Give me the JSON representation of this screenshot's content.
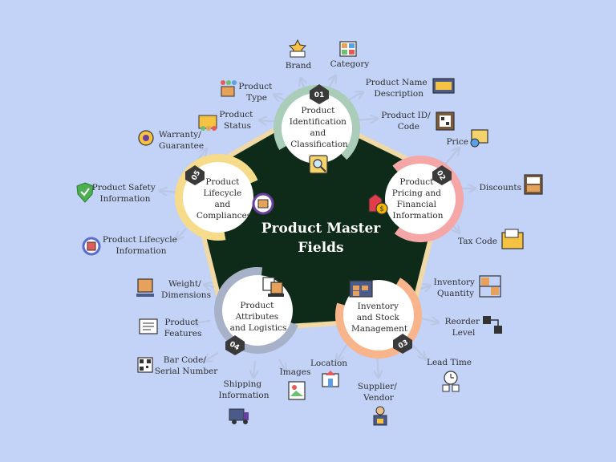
{
  "title": [
    "Product Master",
    "Fields"
  ],
  "colors": {
    "background": "#c3d2f7",
    "center": "#0e2a18",
    "section1": "#a9cdb8",
    "section2": "#f5a6a6",
    "section3": "#f8b48a",
    "section4": "#a7b2c9",
    "section5": "#f6dc8a",
    "arrow": "#b9c6e4"
  },
  "sections": [
    {
      "number": "01",
      "lines": [
        "Product",
        "Identification",
        "and",
        "Classification"
      ],
      "color": "#a9cdb8",
      "fields": [
        {
          "lines": [
            "Brand"
          ],
          "icon": "brand-icon"
        },
        {
          "lines": [
            "Category"
          ],
          "icon": "category-icon"
        },
        {
          "lines": [
            "Product Name",
            "Description"
          ],
          "icon": "product-name-icon"
        },
        {
          "lines": [
            "Product ID/",
            "Code"
          ],
          "icon": "product-id-icon"
        },
        {
          "lines": [
            "Product",
            "Type"
          ],
          "icon": "product-type-icon"
        },
        {
          "lines": [
            "Product",
            "Status"
          ],
          "icon": "product-status-icon"
        }
      ]
    },
    {
      "number": "02",
      "lines": [
        "Product",
        "Pricing and",
        "Financial",
        "Information"
      ],
      "color": "#f5a6a6",
      "fields": [
        {
          "lines": [
            "Price"
          ],
          "icon": "price-icon"
        },
        {
          "lines": [
            "Discounts"
          ],
          "icon": "discounts-icon"
        },
        {
          "lines": [
            "Tax Code"
          ],
          "icon": "tax-code-icon"
        }
      ]
    },
    {
      "number": "03",
      "lines": [
        "Inventory",
        "and Stock",
        "Management"
      ],
      "color": "#f8b48a",
      "fields": [
        {
          "lines": [
            "Inventory",
            "Quantity"
          ],
          "icon": "inventory-quantity-icon"
        },
        {
          "lines": [
            "Reorder",
            "Level"
          ],
          "icon": "reorder-level-icon"
        },
        {
          "lines": [
            "Lead Time"
          ],
          "icon": "lead-time-icon"
        },
        {
          "lines": [
            "Supplier/",
            "Vendor"
          ],
          "icon": "supplier-icon"
        },
        {
          "lines": [
            "Location"
          ],
          "icon": "location-icon"
        }
      ]
    },
    {
      "number": "04",
      "lines": [
        "Product",
        "Attributes",
        "and Logistics"
      ],
      "color": "#a7b2c9",
      "fields": [
        {
          "lines": [
            "Weight/",
            "Dimensions"
          ],
          "icon": "weight-icon"
        },
        {
          "lines": [
            "Product",
            "Features"
          ],
          "icon": "features-icon"
        },
        {
          "lines": [
            "Bar Code/",
            "Serial Number"
          ],
          "icon": "barcode-icon"
        },
        {
          "lines": [
            "Shipping",
            "Information"
          ],
          "icon": "shipping-icon"
        },
        {
          "lines": [
            "Images"
          ],
          "icon": "images-icon"
        }
      ]
    },
    {
      "number": "05",
      "lines": [
        "Product",
        "Lifecycle",
        "and",
        "Compliances"
      ],
      "color": "#f6dc8a",
      "fields": [
        {
          "lines": [
            "Warranty/",
            "Guarantee"
          ],
          "icon": "warranty-icon"
        },
        {
          "lines": [
            "Product Safety",
            "Information"
          ],
          "icon": "safety-icon"
        },
        {
          "lines": [
            "Product Lifecycle",
            "Information"
          ],
          "icon": "lifecycle-icon"
        }
      ]
    }
  ]
}
